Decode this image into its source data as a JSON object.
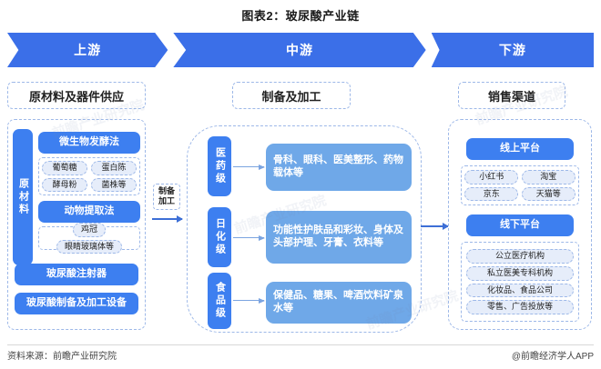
{
  "title": "图表2：玻尿酸产业链",
  "banner": {
    "stages": [
      {
        "label": "上游"
      },
      {
        "label": "中游"
      },
      {
        "label": "下游"
      }
    ]
  },
  "upstream": {
    "header": "原材料及器件供应",
    "raw_material_label": "原材料",
    "methods": [
      {
        "name": "微生物发酵法",
        "items": [
          "葡萄糖",
          "蛋白陈",
          "酵母粉",
          "菌株等"
        ]
      },
      {
        "name": "动物提取法",
        "items": [
          "鸡冠",
          "眼睛玻璃体等"
        ]
      }
    ],
    "devices": [
      "玻尿酸注射器",
      "玻尿酸制备及加工设备"
    ]
  },
  "connector": {
    "line1": "制备",
    "line2": "加工"
  },
  "midstream": {
    "header": "制备及加工",
    "grades": [
      {
        "label": "医药级",
        "description": "骨科、眼科、医美整形、药物载体等"
      },
      {
        "label": "日化级",
        "description": "功能性护肤品和彩妆、身体及头部护理、牙膏、衣料等"
      },
      {
        "label": "食品级",
        "description": "保健品、糖果、啤酒饮料矿泉水等"
      }
    ]
  },
  "downstream": {
    "header": "销售渠道",
    "channels": [
      {
        "name": "线上平台",
        "items": [
          "小红书",
          "淘宝",
          "京东",
          "天猫等"
        ]
      },
      {
        "name": "线下平台",
        "items": [
          "公立医疗机构",
          "私立医美专科机构",
          "化妆品、食品公司",
          "零售、广告投放等"
        ]
      }
    ]
  },
  "footer": {
    "source": "资料来源：前瞻产业研究院",
    "attribution": "@前瞻经济学人APP"
  },
  "colors": {
    "banner_blue": "#3b6fe8",
    "box_blue": "#3d7ff0",
    "soft_blue": "#6fa8e8",
    "chip_bg": "#e6edfa",
    "dash_border": "#9db8e8"
  },
  "watermarks": [
    "前瞻产业研究院",
    "前瞻产业研究院",
    "前瞻产业研究院",
    "前瞻产业研究院"
  ]
}
